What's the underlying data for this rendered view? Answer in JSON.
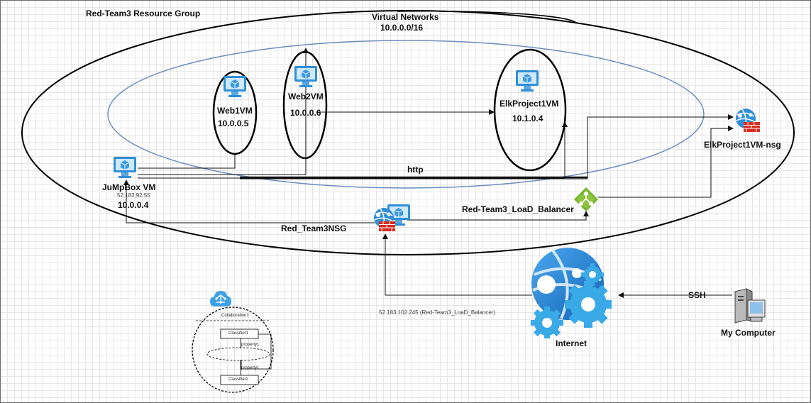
{
  "diagram": {
    "resource_group": "Red-Team3 Resource Group",
    "vnet": {
      "title": "Virtual Networks",
      "cidr": "10.0.0.0/16"
    },
    "web1": {
      "name": "Web1VM",
      "ip": "10.0.0.5",
      "icon": "vm-icon"
    },
    "web2": {
      "name": "Web2VM",
      "ip": "10.0.0.6",
      "icon": "vm-icon"
    },
    "elk": {
      "name": "ElkProject1VM",
      "ip": "10.1.0.4",
      "icon": "vm-icon"
    },
    "elk_nsg": {
      "name": "ElkProject1VM-nsg",
      "icon": "nsg-icon"
    },
    "jumpbox": {
      "name": "JuMpBox VM",
      "public_ip": "52.183.92.55",
      "ip": "10.0.0.4",
      "icon": "vm-icon"
    },
    "http_label": "http",
    "load_balancer": {
      "name": "Red-Team3_LoaD_Balancer",
      "icon": "load-balancer-icon"
    },
    "nsg": {
      "name": "Red_Team3NSG",
      "icon": "nsg-icon"
    },
    "lb_ip_label": "52.183.102.245 (Red-Team3_LoaD_Balancer)",
    "internet": {
      "name": "Internet",
      "icon": "internet-icon"
    },
    "ssh_label": "SSH",
    "my_computer": {
      "name": "My Computer",
      "icon": "computer-icon"
    },
    "uml": {
      "collaboration": "Collaboration1",
      "classifier1": "Classifier1",
      "classifier2": "Classifier2",
      "property1": "property1",
      "property2": "property1"
    },
    "colors": {
      "vm_blue": "#2f8fd8",
      "lb_green": "#7ab32e",
      "nsg_red": "#d82c20",
      "ellipse_blue": "#6c8ebf",
      "ink": "#111111"
    }
  }
}
